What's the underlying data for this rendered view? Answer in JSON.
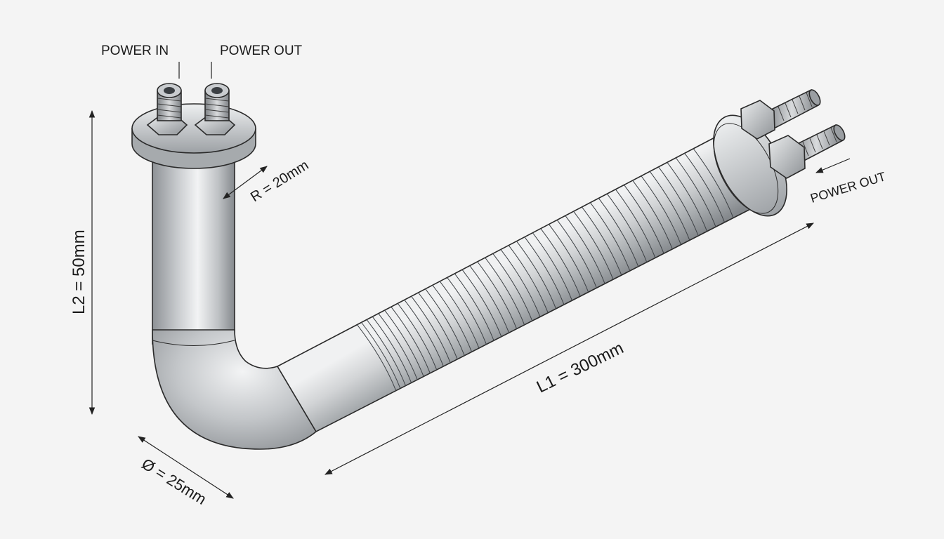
{
  "labels": {
    "power_in": "POWER IN",
    "power_out_top": "POWER OUT",
    "power_out_side": "POWER OUT",
    "radius": "R = 20mm",
    "length_vertical": "L2 = 50mm",
    "length_horizontal": "L1 = 300mm",
    "diameter": "Ø = 25mm"
  },
  "colors": {
    "background": "#f4f4f4",
    "steel_dark": "#8e9296",
    "steel_mid": "#c7cacd",
    "steel_light": "#f2f3f4",
    "outline": "#2a2a2a",
    "dimension": "#222222"
  }
}
